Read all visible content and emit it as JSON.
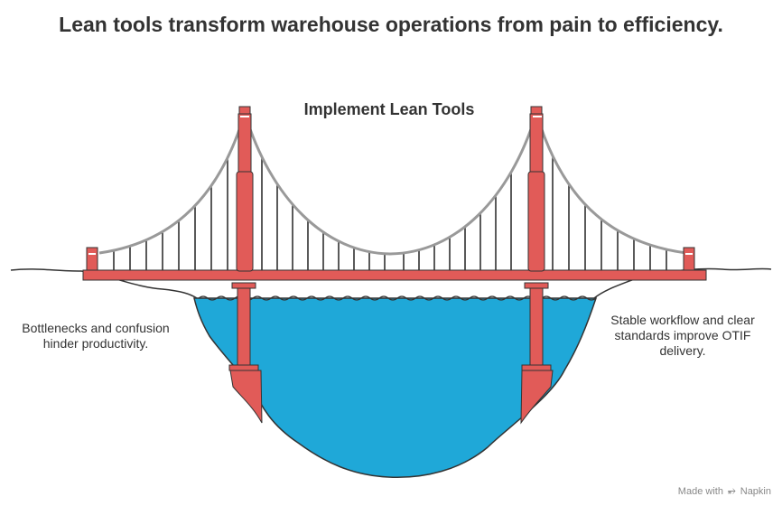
{
  "title": "Lean tools transform warehouse operations from pain to efficiency.",
  "center_label": "Implement Lean Tools",
  "left_label": "Bottlenecks and confusion hinder productivity.",
  "right_label": "Stable workflow and clear standards improve OTIF delivery.",
  "brand": {
    "made_with": "Made with",
    "name": "Napkin",
    "icon": "napkin-logo-icon"
  },
  "colors": {
    "tower": "#e15b58",
    "cable": "#999999",
    "hanger": "#222222",
    "water": "#1fa8d8",
    "ground_line": "#333333",
    "text": "#333333"
  }
}
